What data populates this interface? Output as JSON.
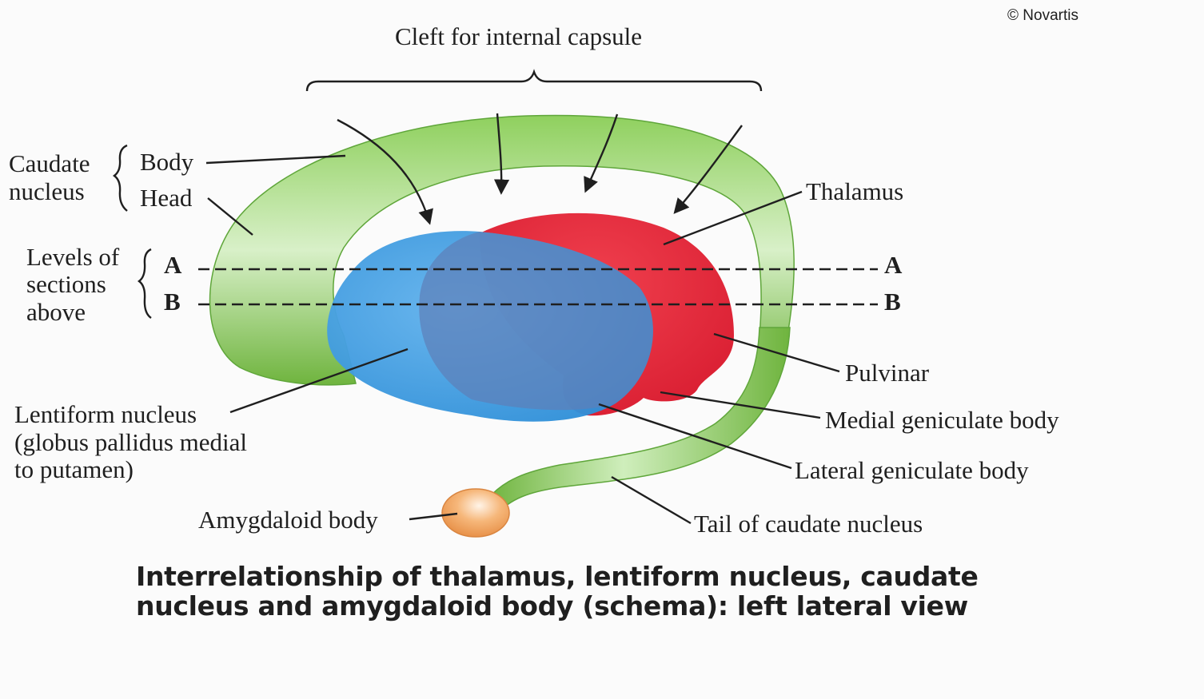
{
  "copyright": "© Novartis",
  "title": "Cleft for internal capsule",
  "labels": {
    "caudate_1": "Caudate",
    "caudate_2": "nucleus",
    "body": "Body",
    "head": "Head",
    "levels_1": "Levels of",
    "levels_2": "sections",
    "levels_3": "above",
    "level_a": "A",
    "level_b": "B",
    "thalamus": "Thalamus",
    "pulvinar": "Pulvinar",
    "medial_geniculate": "Medial geniculate body",
    "lateral_geniculate": "Lateral geniculate body",
    "tail": "Tail of caudate nucleus",
    "lentiform_1": "Lentiform nucleus",
    "lentiform_2": "(globus pallidus medial",
    "lentiform_3": "to putamen)",
    "amygdaloid": "Amygdaloid body"
  },
  "caption": {
    "line1": "Interrelationship of thalamus, lentiform nucleus, caudate",
    "line2": "nucleus and amygdaloid body (schema): left lateral view"
  },
  "colors": {
    "caudate": "#7cc24a",
    "thalamus": "#e8283a",
    "lentiform": "#3f9be0",
    "amygdaloid": "#f2a860"
  }
}
